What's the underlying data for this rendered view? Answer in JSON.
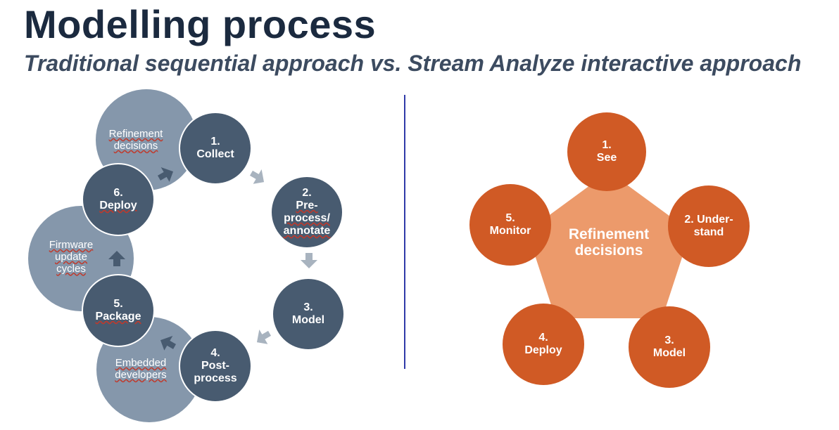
{
  "title": "Modelling process",
  "subtitle": "Traditional sequential approach vs. Stream Analyze interactive approach",
  "colors": {
    "dark_circle": "#485b70",
    "big_circle": "#8597ab",
    "arrow": "#a8b3bf",
    "orange": "#d05a25",
    "pentagon": "#ec9a6b",
    "divider": "#2f3aa8",
    "title": "#1b2a3f"
  },
  "left": {
    "context_circles": [
      {
        "label": "Refinement\ndecisions"
      },
      {
        "label": "Firmware\nupdate\ncycles"
      },
      {
        "label": "Embedded\ndevelopers"
      }
    ],
    "steps": [
      {
        "num": "1.",
        "label": "Collect"
      },
      {
        "num": "2.",
        "label": "Pre-\nprocess/\nannotate"
      },
      {
        "num": "3.",
        "label": "Model"
      },
      {
        "num": "4.",
        "label": "Post-\nprocess"
      },
      {
        "num": "5.",
        "label": "Package"
      },
      {
        "num": "6.",
        "label": "Deploy"
      }
    ]
  },
  "right": {
    "center": "Refinement\ndecisions",
    "steps": [
      {
        "num": "1.",
        "label": "See"
      },
      {
        "num": "",
        "label": "2. Under-\nstand"
      },
      {
        "num": "3.",
        "label": "Model"
      },
      {
        "num": "4.",
        "label": "Deploy"
      },
      {
        "num": "5.",
        "label": "Monitor"
      }
    ]
  }
}
